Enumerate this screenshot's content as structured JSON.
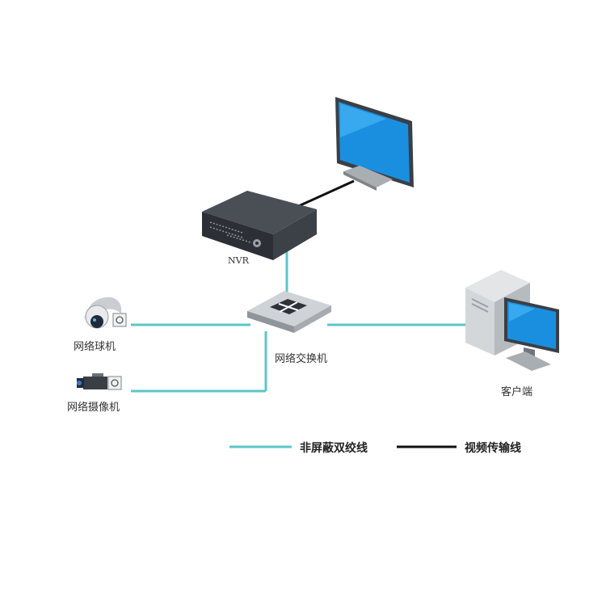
{
  "nodes": {
    "monitor": {
      "icon": "monitor-icon"
    },
    "nvr": {
      "label": "NVR",
      "icon": "nvr-recorder-icon"
    },
    "switch": {
      "label": "网络交换机",
      "icon": "network-switch-icon"
    },
    "dome_camera": {
      "label": "网络球机",
      "icon": "dome-camera-icon"
    },
    "box_camera": {
      "label": "网络摄像机",
      "icon": "box-camera-icon"
    },
    "client": {
      "label": "客户端",
      "icon": "desktop-computer-icon"
    }
  },
  "edges": [
    {
      "from": "nvr",
      "to": "monitor",
      "type": "视频传输线"
    },
    {
      "from": "nvr",
      "to": "switch",
      "type": "非屏蔽双绞线"
    },
    {
      "from": "dome_camera",
      "to": "switch",
      "type": "非屏蔽双绞线"
    },
    {
      "from": "box_camera",
      "to": "switch",
      "type": "非屏蔽双绞线"
    },
    {
      "from": "switch",
      "to": "client",
      "type": "非屏蔽双绞线"
    }
  ],
  "legend": {
    "utp": {
      "label": "非屏蔽双绞线",
      "color": "#5cc5c9"
    },
    "video": {
      "label": "视频传输线",
      "color": "#111111"
    }
  }
}
